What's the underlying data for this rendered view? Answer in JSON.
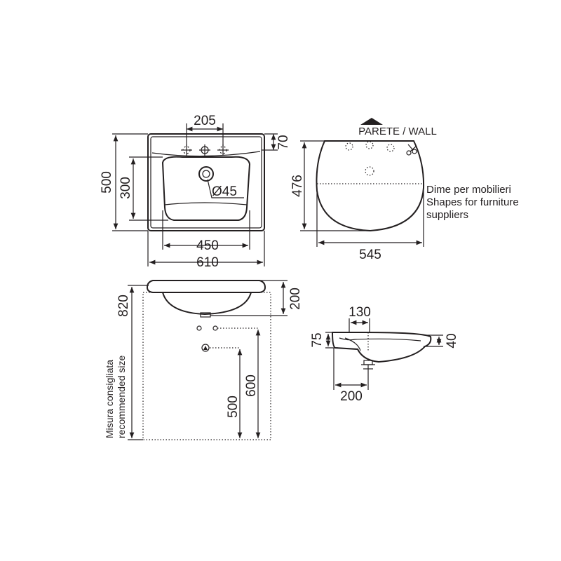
{
  "top_view": {
    "dim_taps_spacing": "205",
    "dim_back_depth": "70",
    "dim_overall_depth": "500",
    "dim_bowl_depth": "300",
    "dim_waste_diameter": "Ø45",
    "dim_bowl_width": "450",
    "dim_overall_width": "610"
  },
  "furniture_template": {
    "wall_label": "PARETE / WALL",
    "dim_depth": "476",
    "dim_width": "545",
    "note_line1": "Dime per mobilieri",
    "note_line2": "Shapes for furniture",
    "note_line3": "suppliers"
  },
  "front_view": {
    "dim_basin_height": "200",
    "dim_recommended_height": "820",
    "dim_waste_height_600": "600",
    "dim_waste_height_500": "500",
    "note_line1": "Misura consigliata",
    "note_line2": "recommended size"
  },
  "side_view": {
    "dim_tap_offset": "130",
    "dim_rim_75": "75",
    "dim_rim_40": "40",
    "dim_waste_offset": "200"
  },
  "colors": {
    "line": "#231f20",
    "background": "#ffffff"
  }
}
